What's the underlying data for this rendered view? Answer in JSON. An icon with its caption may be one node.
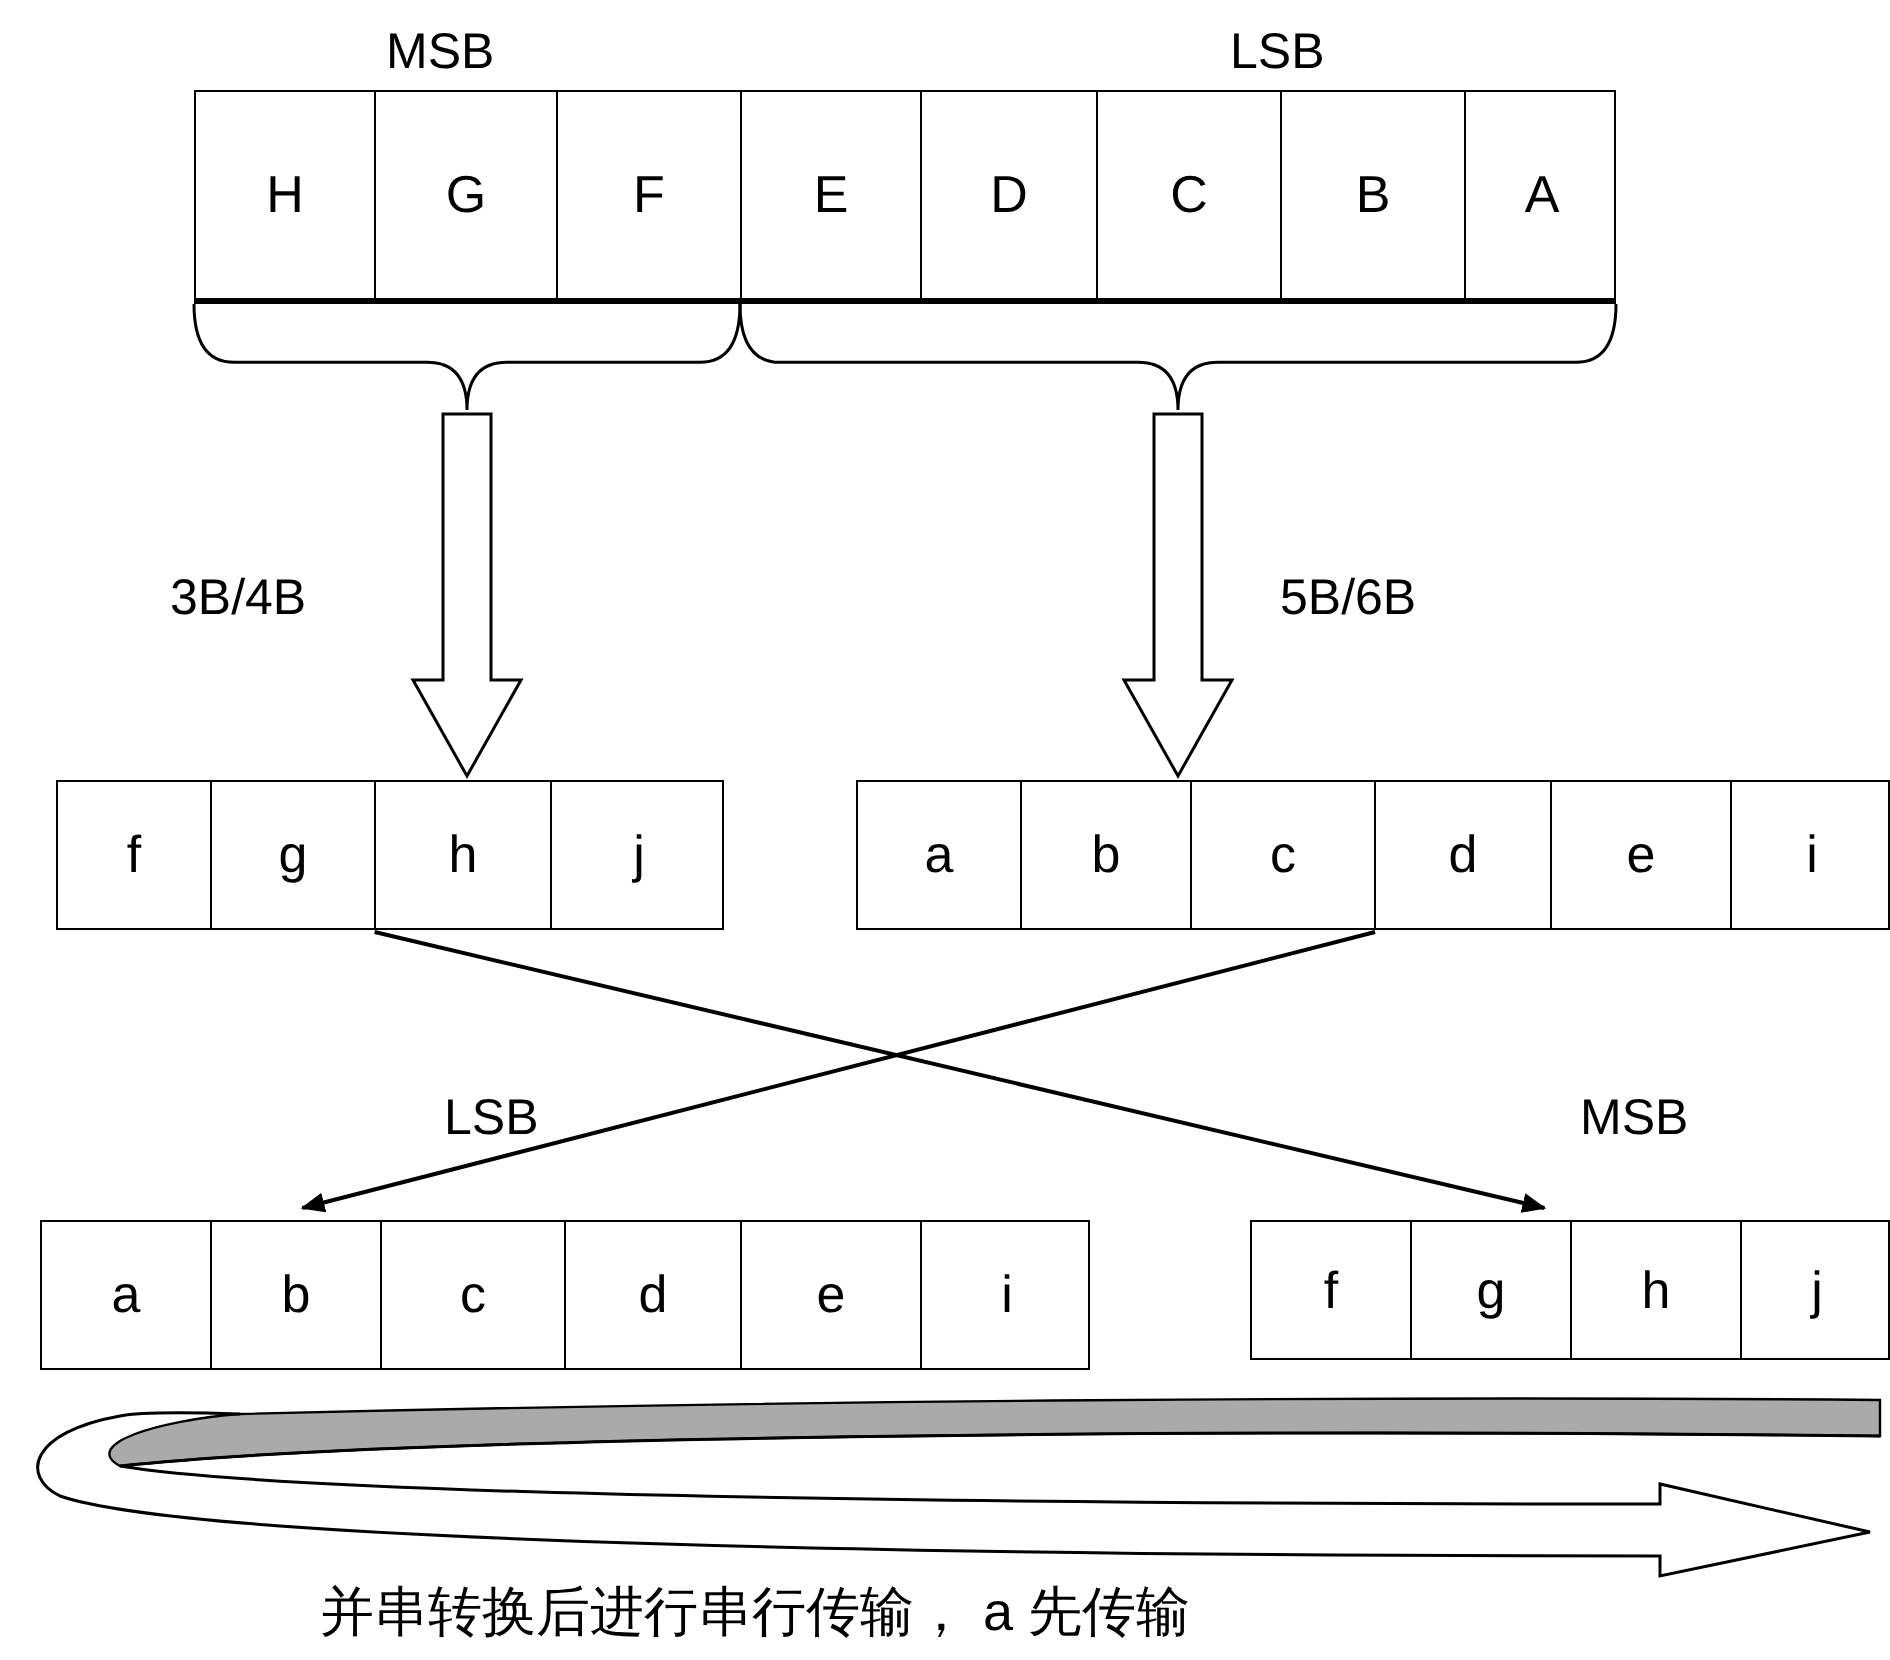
{
  "diagram": {
    "caption": "并串转换后进行串行传输， a 先传输",
    "nodes": [
      {
        "text": [],
        "shape": "box"
      },
      {
        "text": [
          "H"
        ],
        "in": 0
      },
      {
        "text": [
          "G"
        ],
        "in": 0
      },
      {
        "text": [
          "F"
        ],
        "in": 0
      },
      {
        "text": [
          "E"
        ],
        "in": 0
      },
      {
        "text": [
          "D"
        ],
        "in": 0
      },
      {
        "text": [
          "C"
        ],
        "in": 0
      },
      {
        "text": [
          "B"
        ],
        "in": 0
      },
      {
        "text": [
          "A"
        ],
        "in": 0
      },
      {
        "text": [],
        "shape": "brace"
      },
      {
        "text": [],
        "shape": "brace"
      },
      {
        "text": [],
        "shape": "box"
      },
      {
        "text": [
          "f"
        ],
        "in": 11
      },
      {
        "text": [
          "g"
        ],
        "in": 11
      },
      {
        "text": [
          "h"
        ],
        "in": 11
      },
      {
        "text": [
          "j"
        ],
        "in": 11
      },
      {
        "text": [],
        "shape": "box"
      },
      {
        "text": [
          "a"
        ],
        "in": 16
      },
      {
        "text": [
          "b"
        ],
        "in": 16
      },
      {
        "text": [
          "c"
        ],
        "in": 16
      },
      {
        "text": [
          "d"
        ],
        "in": 16
      },
      {
        "text": [
          "e"
        ],
        "in": 16
      },
      {
        "text": [
          "i"
        ],
        "in": 16
      },
      {
        "text": [],
        "shape": "box"
      },
      {
        "text": [
          "a"
        ],
        "in": 23
      },
      {
        "text": [
          "b"
        ],
        "in": 23
      },
      {
        "text": [
          "c"
        ],
        "in": 23
      },
      {
        "text": [
          "d"
        ],
        "in": 23
      },
      {
        "text": [
          "e"
        ],
        "in": 23
      },
      {
        "text": [
          "i"
        ],
        "in": 23
      },
      {
        "text": [],
        "shape": "box"
      },
      {
        "text": [
          "f"
        ],
        "in": 30
      },
      {
        "text": [
          "g"
        ],
        "in": 30
      },
      {
        "text": [
          "h"
        ],
        "in": 30
      },
      {
        "text": [
          "j"
        ],
        "in": 30
      }
    ],
    "edges": [
      {
        "from": 9,
        "to": 11,
        "arrow": "to",
        "label": "3B/4B"
      },
      {
        "from": 10,
        "to": 16,
        "arrow": "to",
        "label": "5B/6B"
      },
      {
        "from": 11,
        "to": 30,
        "arrow": "to"
      },
      {
        "from": 16,
        "to": 23,
        "arrow": "to"
      }
    ],
    "labels": [
      "MSB",
      "LSB",
      "LSB",
      "MSB"
    ]
  }
}
